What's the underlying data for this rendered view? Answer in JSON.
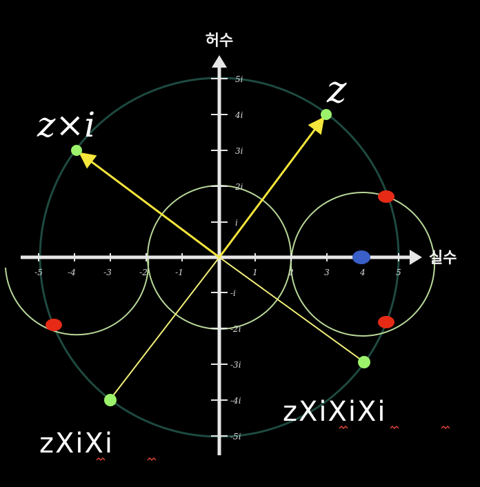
{
  "axes": {
    "imag_title": "허수",
    "real_title": "실수",
    "real_ticks": [
      "-5",
      "-4",
      "-3",
      "-2",
      "-1",
      "1",
      "2",
      "3",
      "4",
      "5"
    ],
    "imag_ticks_pos": [
      "i",
      "2i",
      "3i",
      "4i",
      "5i"
    ],
    "imag_ticks_neg": [
      "-i",
      "-2i",
      "-3i",
      "-4i",
      "-5i"
    ]
  },
  "labels": {
    "z": "z",
    "z_times_i": "z×i",
    "z_i_i_i": "zXiXiXi",
    "z_i_i": "zXiXi"
  },
  "colors": {
    "large_circle": "#1e4a40",
    "small_circles": "#b9d99a",
    "vector_bright": "#f5e63c",
    "vector_pale": "#f3f07a",
    "point_green": "#9cf26b",
    "point_red": "#e62a16",
    "point_blue": "#3a5fc8",
    "axis": "#e6e6e6"
  }
}
